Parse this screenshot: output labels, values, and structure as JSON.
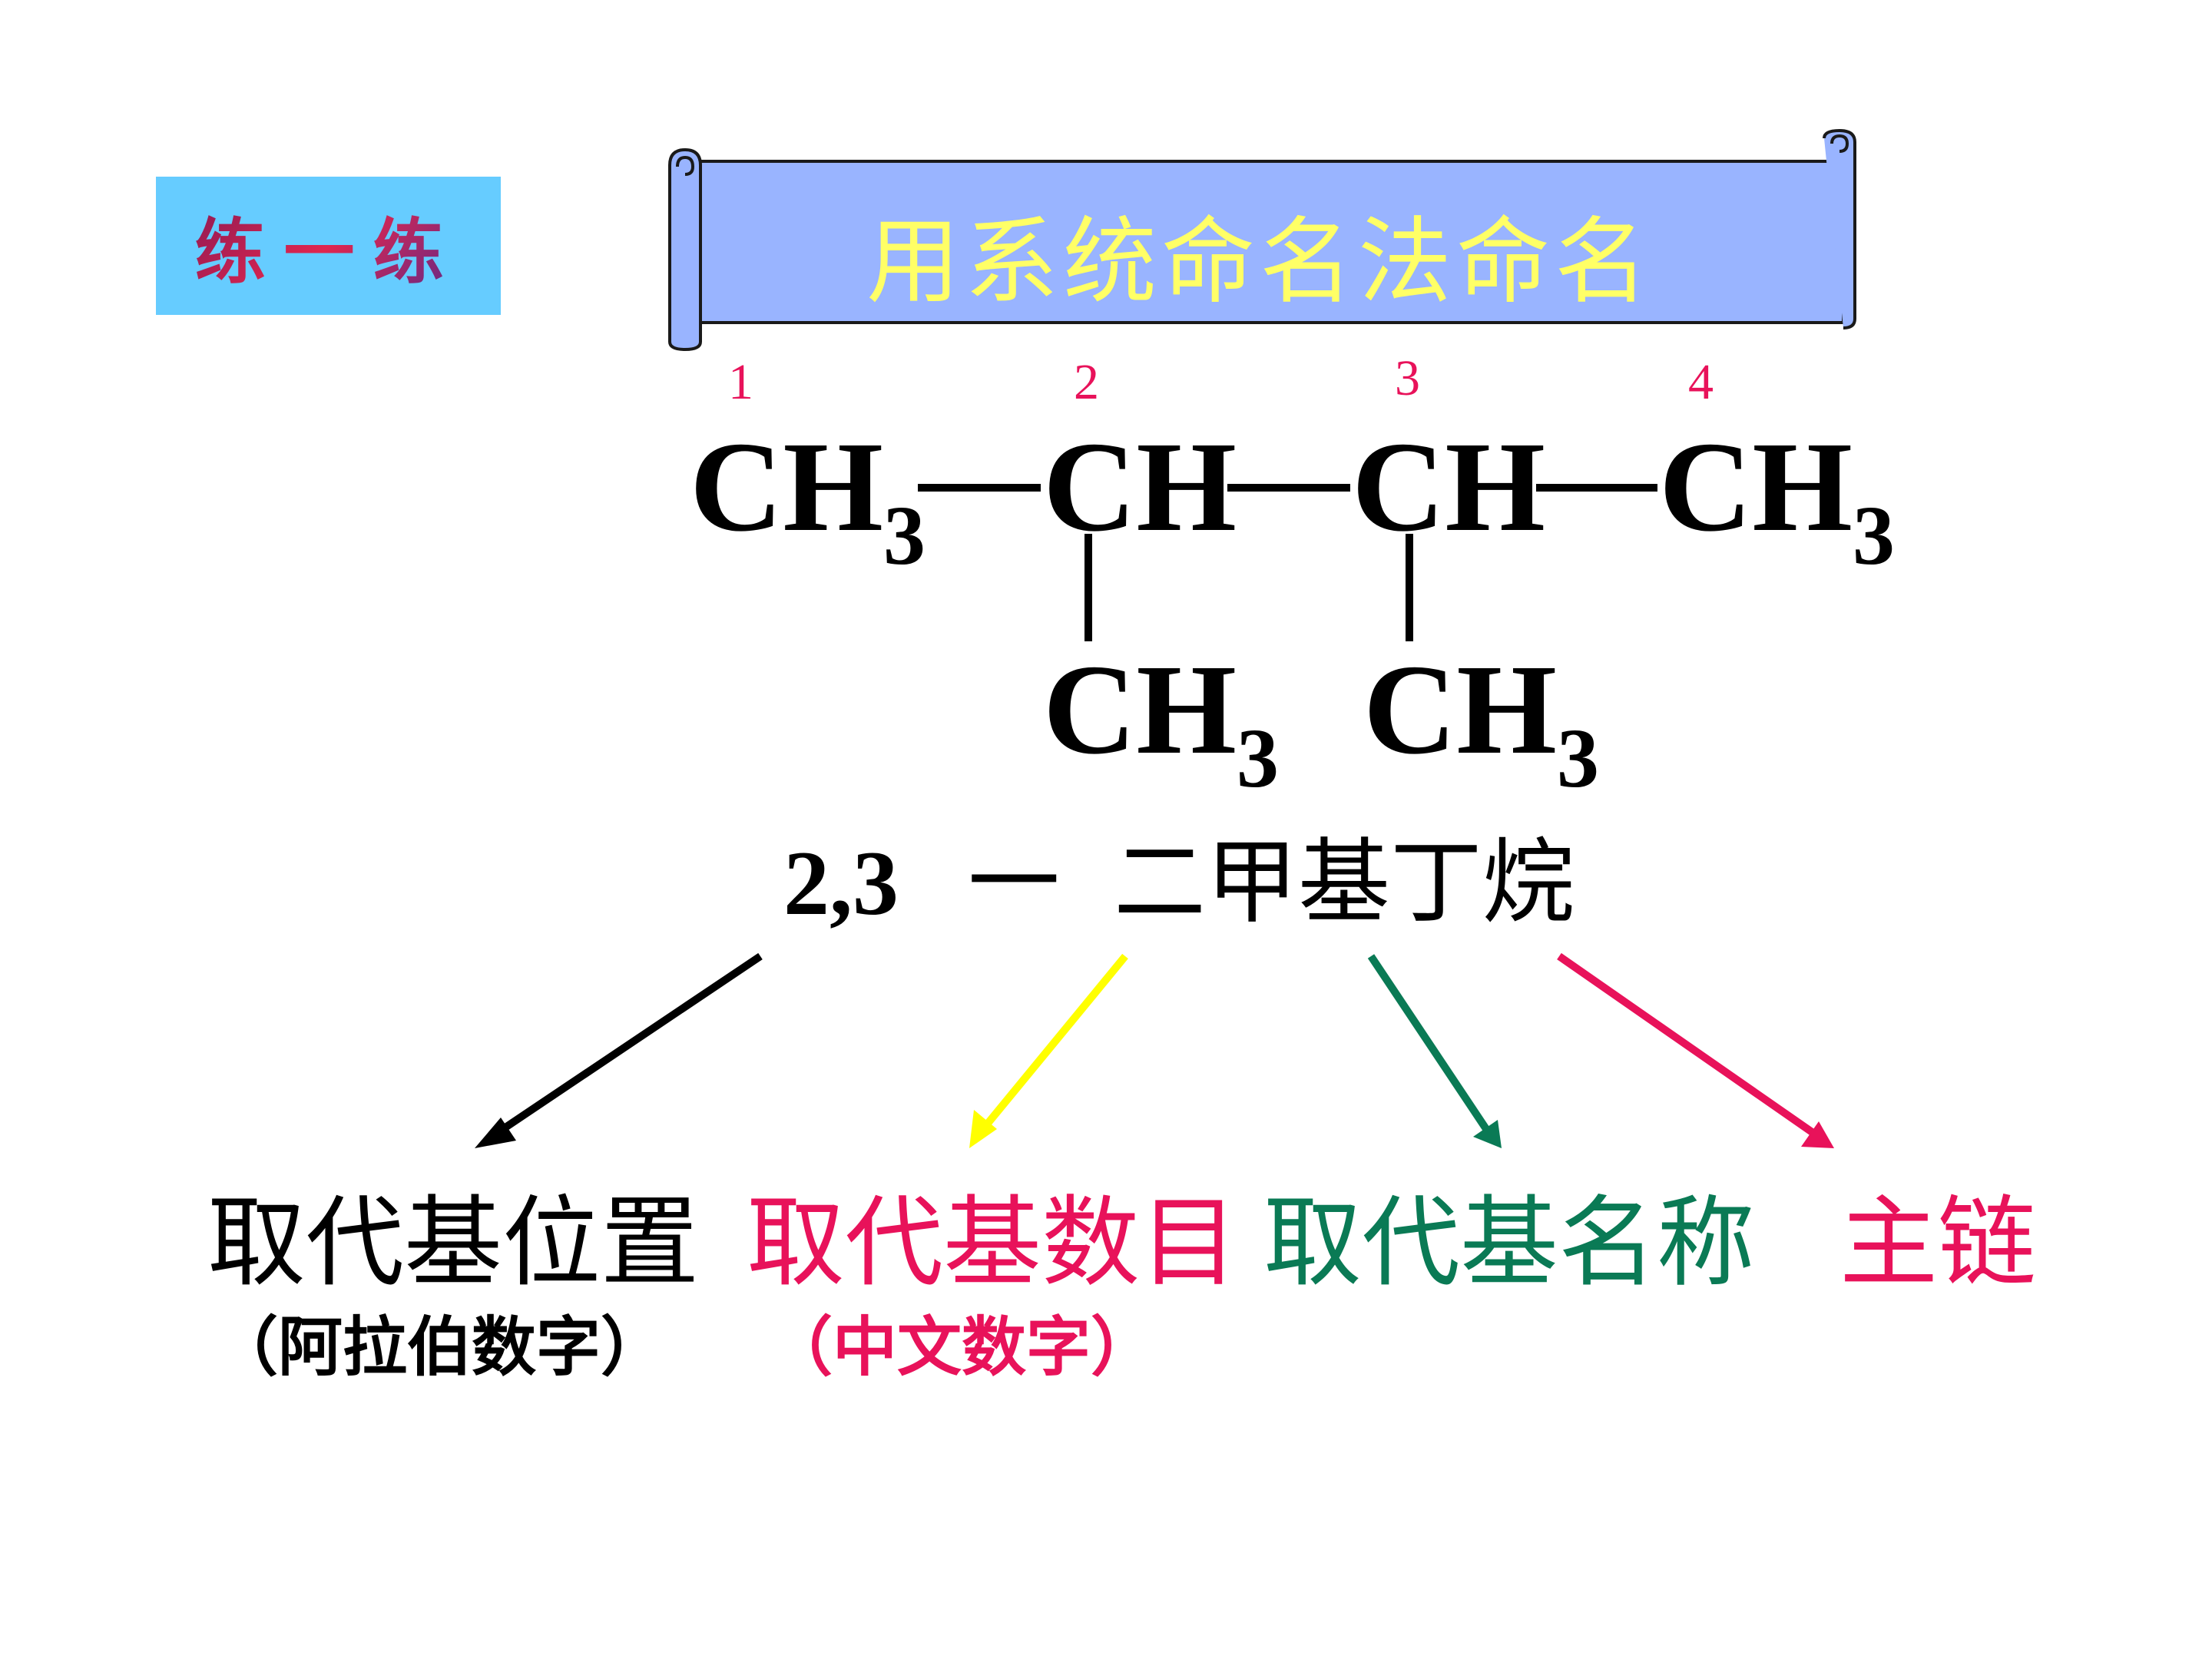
{
  "badge": {
    "label": "练一练"
  },
  "banner": {
    "title": "用系统命名法命名"
  },
  "structure": {
    "carbon_numbers": [
      "1",
      "2",
      "3",
      "4"
    ],
    "main_chain": [
      {
        "group": "CH",
        "sub": "3"
      },
      {
        "group": "CH",
        "sub": ""
      },
      {
        "group": "CH",
        "sub": ""
      },
      {
        "group": "CH",
        "sub": "3"
      }
    ],
    "branches": [
      {
        "group": "CH",
        "sub": "3"
      },
      {
        "group": "CH",
        "sub": "3"
      }
    ]
  },
  "name": {
    "locants": "2,3",
    "dash": "一",
    "stem": "二甲基丁烷"
  },
  "parts": [
    {
      "label": "取代基位置",
      "sub": "（阿拉伯数字）",
      "color": "#000000"
    },
    {
      "label": "取代基数目",
      "sub": "（中文数字）",
      "color": "#e8125a"
    },
    {
      "label": "取代基名称",
      "sub": "",
      "color": "#0a7a55"
    },
    {
      "label": "主链",
      "sub": "",
      "color": "#e8125a"
    }
  ],
  "arrow_colors": [
    "#000000",
    "#ffff00",
    "#0a7a55",
    "#e8125a"
  ]
}
